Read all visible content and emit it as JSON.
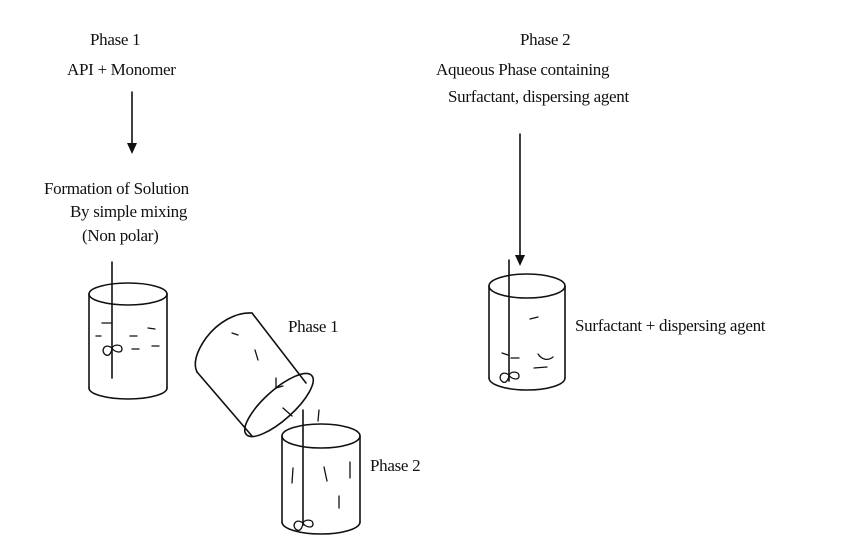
{
  "diagram": {
    "type": "process-flow",
    "phase1": {
      "title": "Phase 1",
      "components": "API + Monomer",
      "step_line1": "Formation of Solution",
      "step_line2": "By simple mixing",
      "step_line3": "(Non polar)"
    },
    "phase2": {
      "title": "Phase 2",
      "line1": "Aqueous Phase containing",
      "line2": "Surfactant, dispersing agent",
      "beaker_label": "Surfactant + dispersing agent"
    },
    "mixing": {
      "pouring_label": "Phase 1",
      "receiving_label": "Phase 2"
    },
    "colors": {
      "stroke": "#111111",
      "background": "#ffffff"
    }
  }
}
